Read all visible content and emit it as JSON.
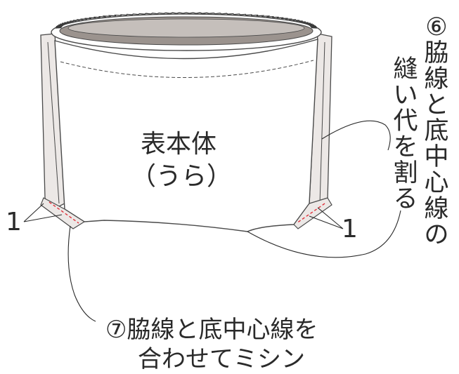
{
  "body_label": {
    "line1": "表本体",
    "line2": "（うら）"
  },
  "step6": {
    "line1": "⑥脇線と底中心線の",
    "line2": "縫い代を割る"
  },
  "step7": {
    "line1": "⑦脇線と底中心線を",
    "line2": "合わせてミシン"
  },
  "left_seam_marker": "1",
  "right_seam_marker": "1",
  "colors": {
    "lining": "#9b938e",
    "bag_fill": "#ffffff",
    "outline": "#4a4a4a",
    "cut_line": "#e0303a",
    "seam_strip": "#ece8e6"
  }
}
